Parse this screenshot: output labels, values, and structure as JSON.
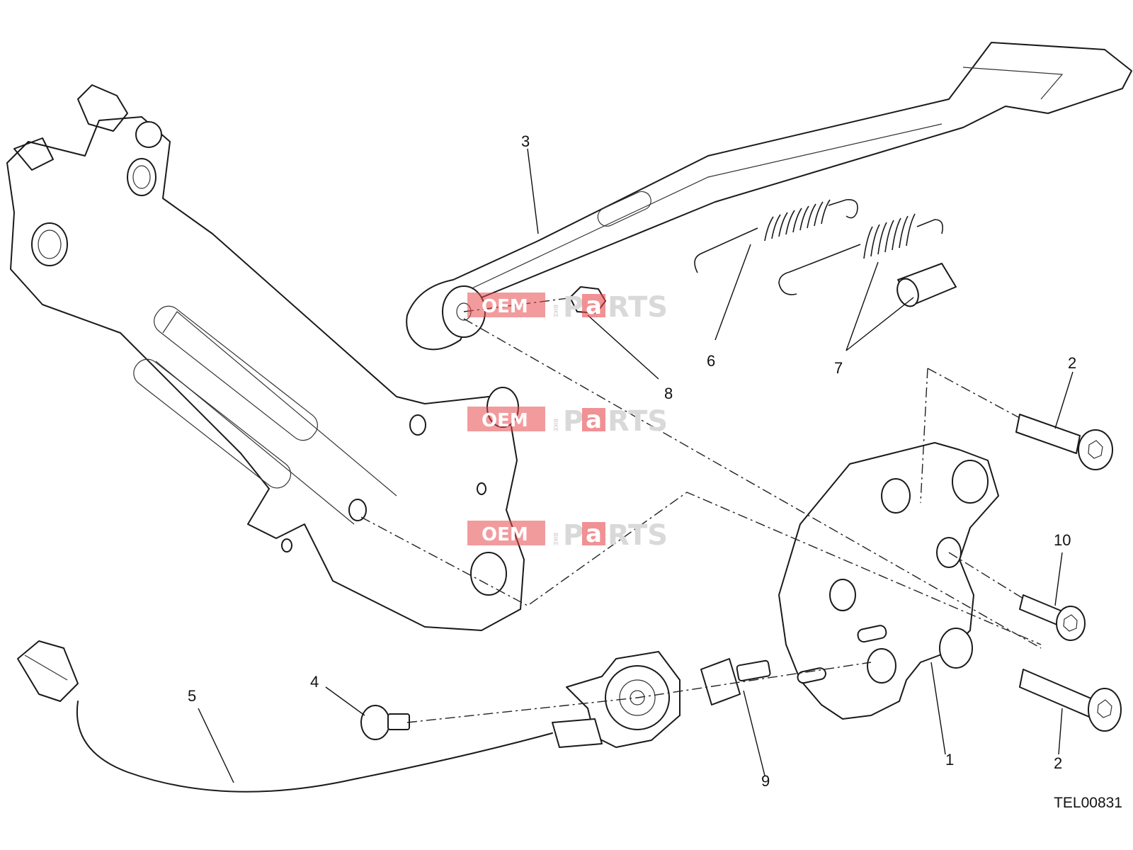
{
  "diagram": {
    "drawing_code": "TEL00831",
    "callouts": [
      "1",
      "2",
      "2",
      "3",
      "4",
      "5",
      "6",
      "7",
      "8",
      "9",
      "10"
    ],
    "watermark": {
      "brand_left": "OEM",
      "brand_small": "BIKE",
      "brand_p": "P",
      "brand_a": "a",
      "brand_rest": "RTS"
    }
  }
}
